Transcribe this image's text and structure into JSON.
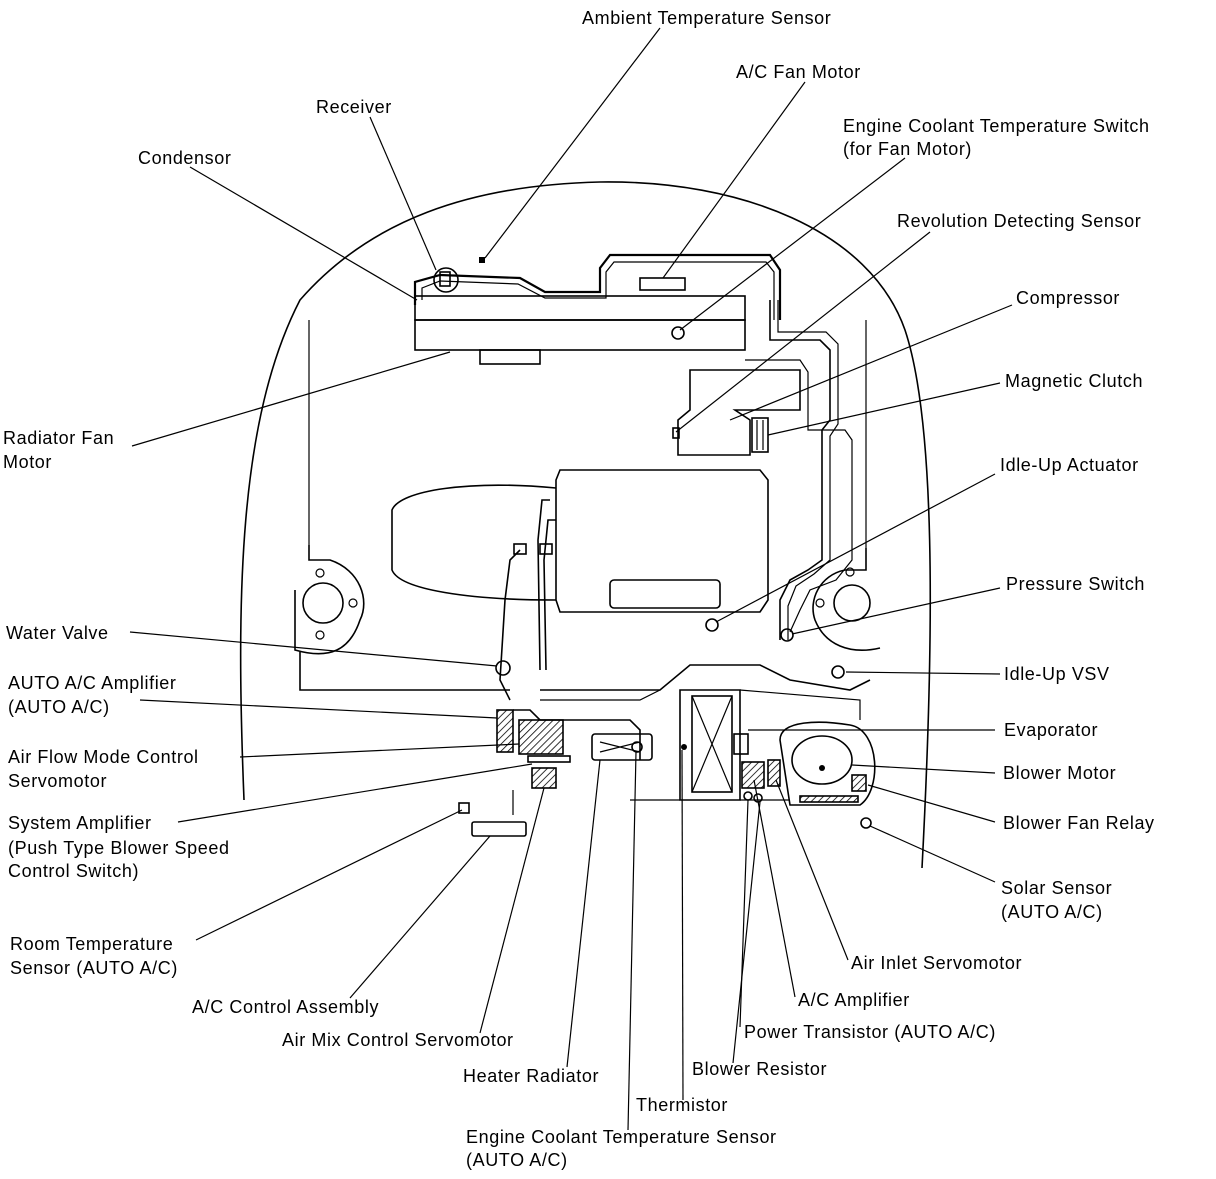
{
  "labels": {
    "ambient_temperature_sensor": "Ambient Temperature Sensor",
    "ac_fan_motor": "A/C Fan Motor",
    "receiver": "Receiver",
    "engine_coolant_switch_1": "Engine Coolant Temperature Switch",
    "engine_coolant_switch_2": "(for Fan Motor)",
    "condensor": "Condensor",
    "revolution_detecting_sensor": "Revolution Detecting Sensor",
    "compressor": "Compressor",
    "magnetic_clutch": "Magnetic Clutch",
    "radiator_fan_motor_1": "Radiator Fan",
    "radiator_fan_motor_2": "Motor",
    "idle_up_actuator": "Idle-Up Actuator",
    "pressure_switch": "Pressure Switch",
    "water_valve": "Water Valve",
    "idle_up_vsv": "Idle-Up VSV",
    "auto_ac_amplifier_1": "AUTO A/C Amplifier",
    "auto_ac_amplifier_2": "(AUTO A/C)",
    "evaporator": "Evaporator",
    "air_flow_servo_1": "Air Flow Mode Control",
    "air_flow_servo_2": "Servomotor",
    "blower_motor": "Blower Motor",
    "system_amplifier_1": "System Amplifier",
    "system_amplifier_2": "(Push Type Blower Speed",
    "system_amplifier_3": "Control Switch)",
    "blower_fan_relay": "Blower Fan Relay",
    "solar_sensor_1": "Solar Sensor",
    "solar_sensor_2": "(AUTO A/C)",
    "room_temperature_sensor_1": "Room Temperature",
    "room_temperature_sensor_2": "Sensor (AUTO A/C)",
    "air_inlet_servomotor": "Air Inlet Servomotor",
    "ac_control_assembly": "A/C Control Assembly",
    "ac_amplifier": "A/C Amplifier",
    "power_transistor": "Power Transistor (AUTO A/C)",
    "air_mix_servomotor": "Air Mix Control Servomotor",
    "heater_radiator": "Heater Radiator",
    "blower_resistor": "Blower Resistor",
    "thermistor": "Thermistor",
    "engine_coolant_sensor_1": "Engine Coolant Temperature Sensor",
    "engine_coolant_sensor_2": "(AUTO A/C)"
  }
}
